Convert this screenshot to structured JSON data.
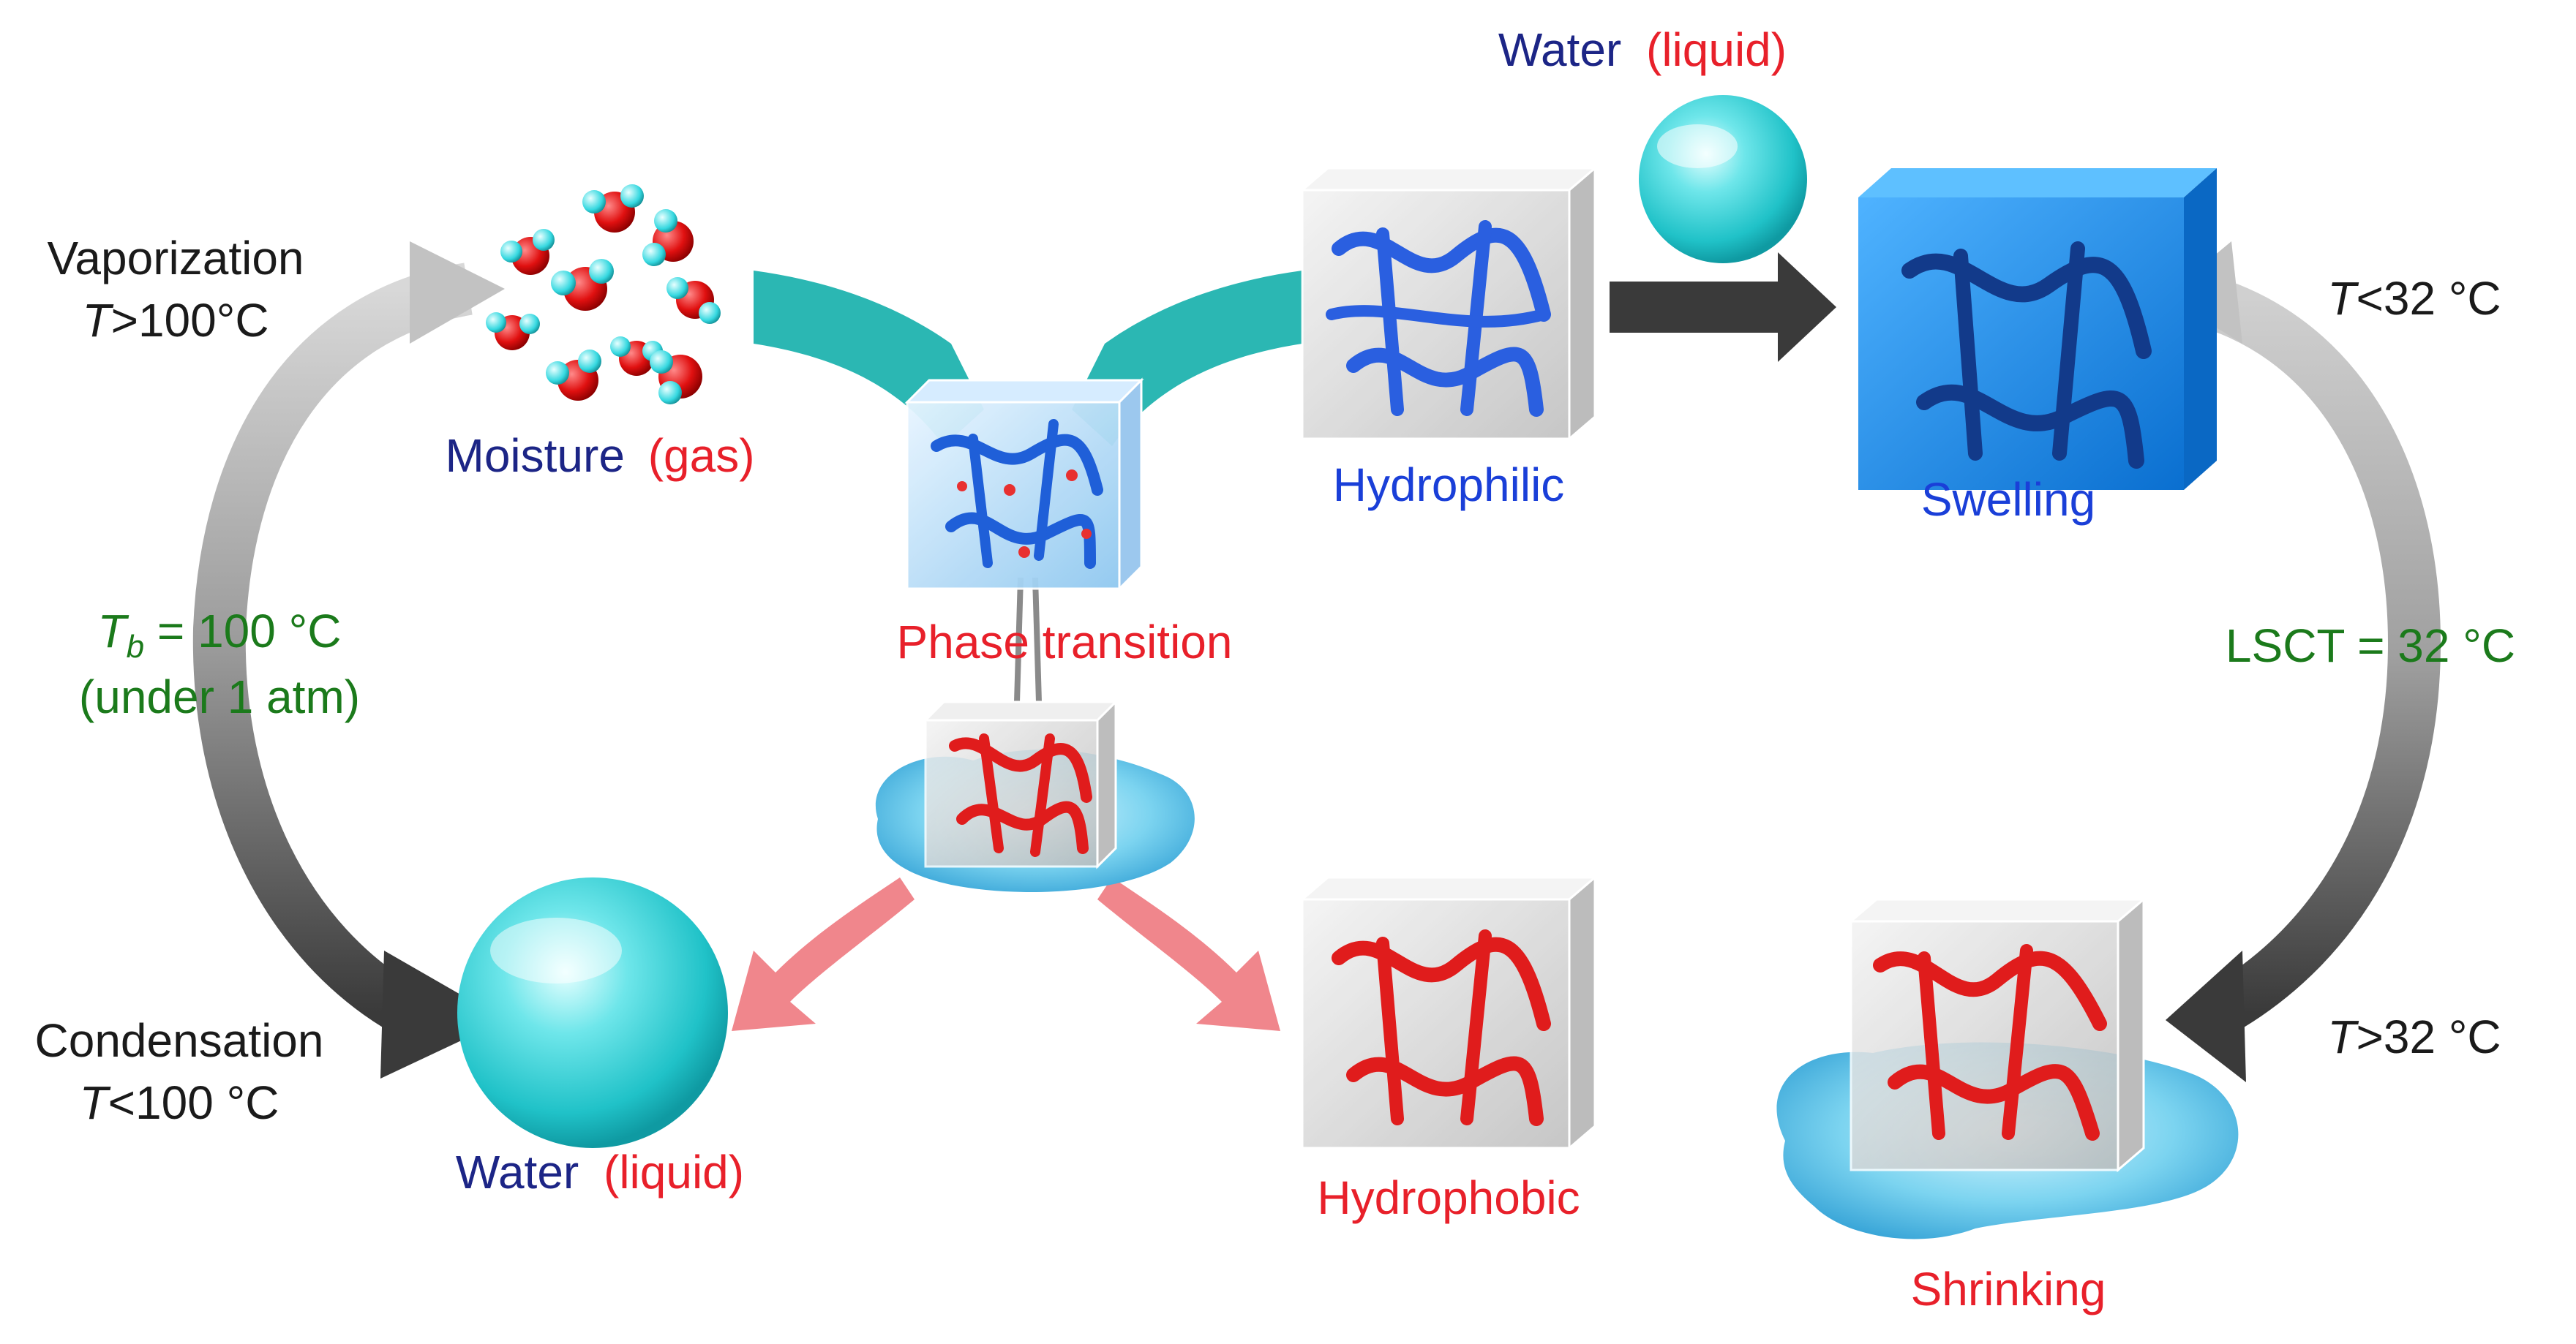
{
  "colors": {
    "dark_blue": "#1c2586",
    "blue": "#1a3fd8",
    "red": "#e8202a",
    "green": "#1b7a1b",
    "black": "#1a1a1a",
    "water": "#33cfd6",
    "gel": "#2a8fe6",
    "teal_arrow": "#2bb7b3",
    "pink_arrow": "#f0868c",
    "grey_arrow": "#9a9a9a",
    "dark_arrow": "#3a3a3a"
  },
  "labels": {
    "water_top": {
      "word": "Water",
      "state": "(liquid)"
    },
    "vaporization": "Vaporization",
    "vapor_temp": {
      "sym": "T",
      "rest": ">100°C"
    },
    "moisture": {
      "word": "Moisture",
      "state": "(gas)"
    },
    "hydrophilic": "Hydrophilic",
    "swelling": "Swelling",
    "below_temp": {
      "sym": "T",
      "rest": "<32 °C"
    },
    "boiling": {
      "sym": "T",
      "sub": "b",
      "rest": " = 100 °C",
      "line2": "(under 1 atm)"
    },
    "phase_transition": "Phase transition",
    "lsct": "LSCT = 32 °C",
    "condensation": "Condensation",
    "cond_temp": {
      "sym": "T",
      "rest": "<100 °C"
    },
    "above_temp": {
      "sym": "T",
      "rest": ">32 °C"
    },
    "water_bottom": {
      "word": "Water",
      "state": "(liquid)"
    },
    "hydrophobic": "Hydrophobic",
    "shrinking": "Shrinking"
  },
  "icons": {
    "molecules": "water-molecule-icon",
    "droplet": "water-droplet-icon",
    "gel_cube": "hydrogel-cube-icon",
    "puddle": "water-puddle-icon",
    "arrow": "arrow-icon"
  }
}
